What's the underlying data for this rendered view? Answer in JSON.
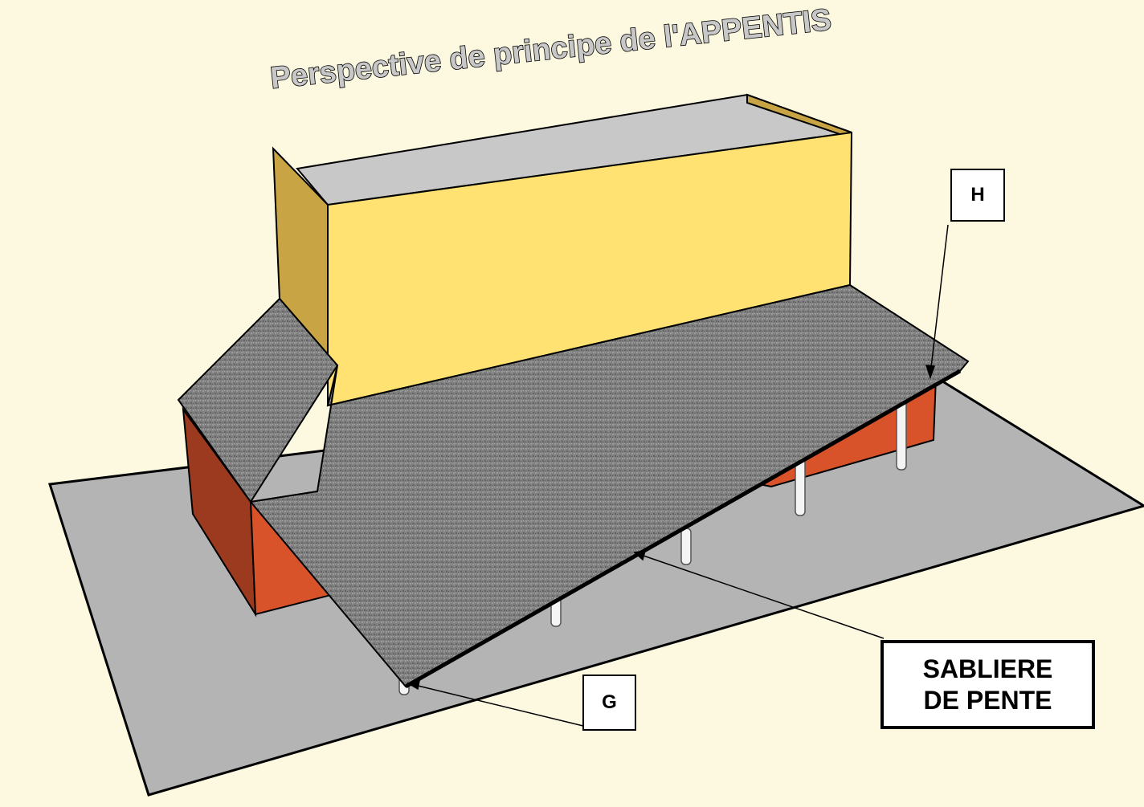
{
  "title": "Perspective de principe de l'APPENTIS",
  "labels": {
    "h": "H",
    "g": "G",
    "sabliere_line1": "SABLIERE",
    "sabliere_line2": "DE PENTE"
  },
  "colors": {
    "background": "#fdf9e1",
    "ground": "#b4b4b4",
    "yellow_wall": "#ffe272",
    "yellow_side": "#c9a444",
    "brick_front": "#d9532a",
    "brick_side": "#9c3a1f",
    "roof": "#7f7f7f",
    "wall_top": "#c8c8c8"
  }
}
